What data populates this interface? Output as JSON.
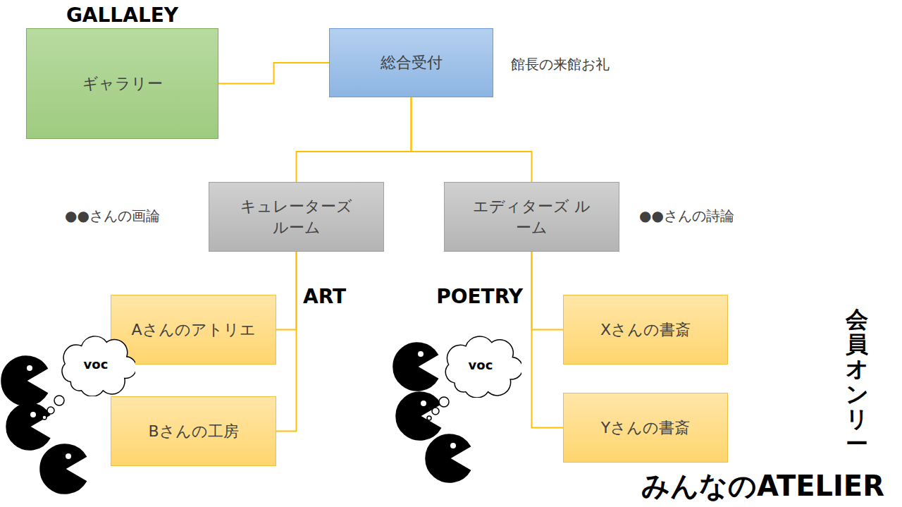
{
  "diagram": {
    "nodes": [
      {
        "text": [
          "GALLALEY",
          "ギャラリー"
        ]
      },
      {
        "text": [
          "総合受付"
        ]
      },
      {
        "text": [
          "キュレーターズ ルーム"
        ]
      },
      {
        "text": [
          "エディターズ ルーム"
        ]
      },
      {
        "text": [
          "会員オンリー",
          "みんなのATELIER"
        ]
      },
      {
        "text": [
          "Aさんのアトリエ"
        ],
        "in": 4
      },
      {
        "text": [
          "Bさんの工房"
        ],
        "in": 4
      },
      {
        "text": [
          "Xさんの書斎"
        ],
        "in": 4
      },
      {
        "text": [
          "Yさんの書斎"
        ],
        "in": 4
      },
      {
        "text": [
          "voc"
        ],
        "in": 4
      },
      {
        "text": [
          "voc"
        ],
        "in": 4
      }
    ],
    "edges": [
      {
        "from": 0,
        "to": 1,
        "arrow": "none"
      },
      {
        "from": 1,
        "to": 2,
        "arrow": "none"
      },
      {
        "from": 1,
        "to": 3,
        "arrow": "none"
      },
      {
        "from": 2,
        "to": 5,
        "arrow": "none"
      },
      {
        "from": 2,
        "to": 6,
        "arrow": "none"
      },
      {
        "from": 3,
        "to": 7,
        "arrow": "none"
      },
      {
        "from": 3,
        "to": 8,
        "arrow": "none"
      }
    ],
    "labels": [
      "館長の来館お礼",
      "●●さんの画論",
      "●●さんの詩論",
      "ART",
      "POETRY"
    ]
  }
}
